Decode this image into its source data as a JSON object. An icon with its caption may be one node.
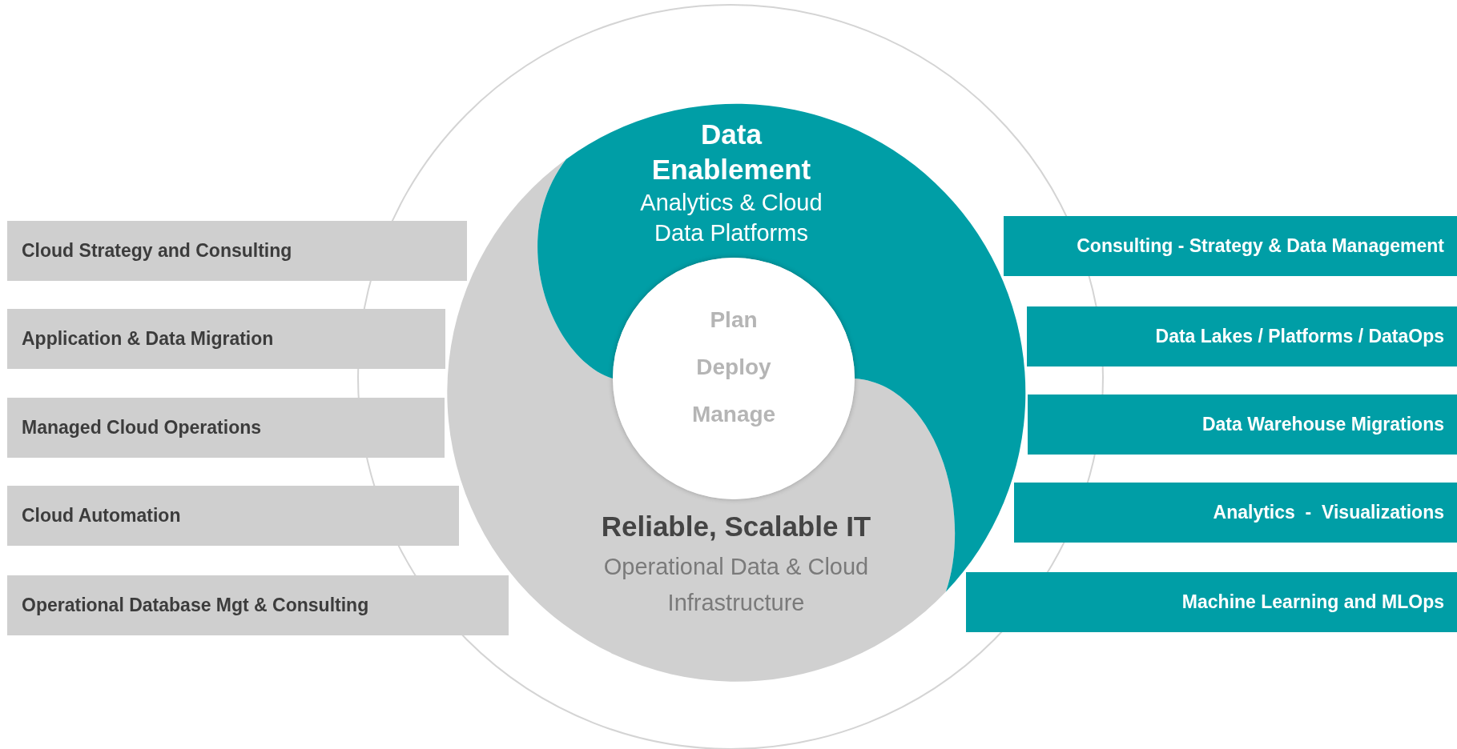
{
  "diagram": {
    "nodes": [
      {
        "text": [
          "Data Enablement",
          "Analytics & Cloud Data Platforms"
        ]
      },
      {
        "text": [
          "Reliable, Scalable IT",
          "Operational Data & Cloud Infrastructure"
        ]
      },
      {
        "text": [
          "Plan",
          "Deploy",
          "Manage"
        ]
      },
      {
        "text": [
          "Cloud Strategy and Consulting"
        ]
      },
      {
        "text": [
          "Application & Data Migration"
        ]
      },
      {
        "text": [
          "Managed Cloud Operations"
        ]
      },
      {
        "text": [
          "Cloud Automation"
        ]
      },
      {
        "text": [
          "Operational Database Mgt & Consulting"
        ]
      },
      {
        "text": [
          "Consulting - Strategy & Data Management"
        ]
      },
      {
        "text": [
          "Data Lakes / Platforms / DataOps"
        ]
      },
      {
        "text": [
          "Data Warehouse Migrations"
        ]
      },
      {
        "text": [
          "Analytics  -  Visualizations"
        ]
      },
      {
        "text": [
          "Machine Learning and MLOps"
        ]
      }
    ],
    "edges": []
  }
}
